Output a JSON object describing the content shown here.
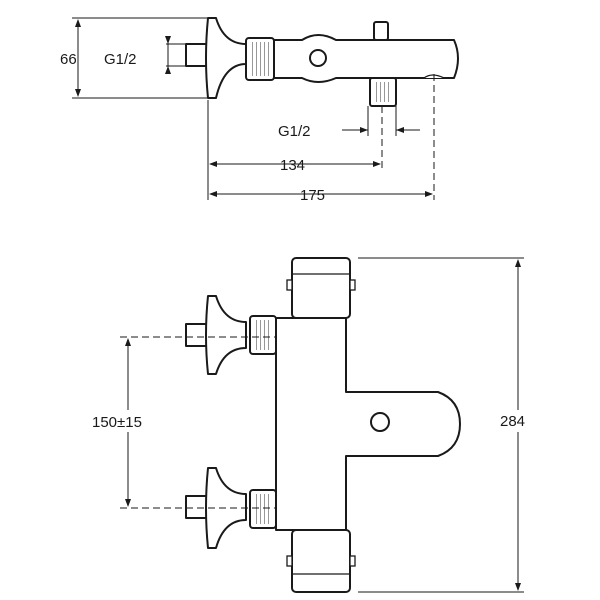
{
  "top_view": {
    "dim_height": "66",
    "inlet_thread": "G1/2",
    "outlet_thread": "G1/2",
    "dim_outlet_distance": "134",
    "dim_total_depth": "175"
  },
  "front_view": {
    "dim_inlet_spacing": "150±15",
    "dim_total_width": "284"
  },
  "colors": {
    "line": "#1a1a1a",
    "background": "#ffffff"
  }
}
